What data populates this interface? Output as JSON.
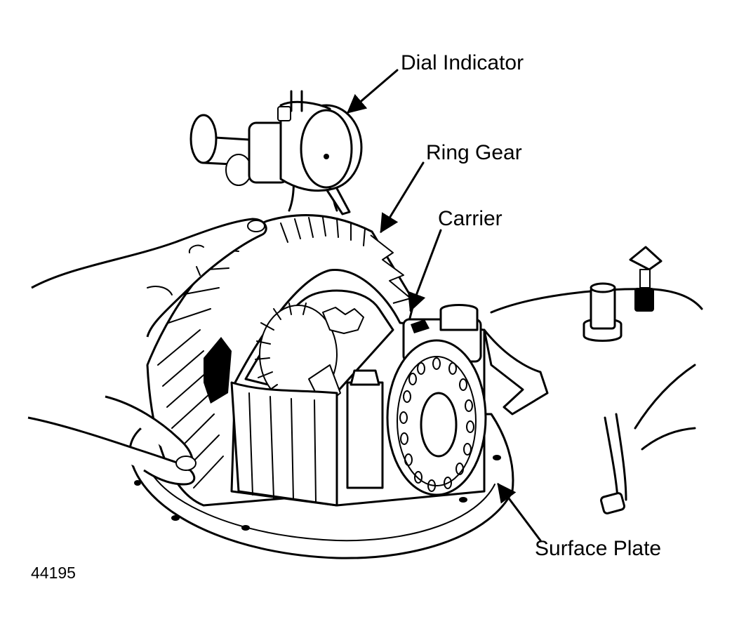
{
  "figure_number": "44195",
  "labels": {
    "dial_indicator": "Dial Indicator",
    "ring_gear": "Ring Gear",
    "carrier": "Carrier",
    "surface_plate": "Surface Plate"
  },
  "colors": {
    "ink": "#000000",
    "paper": "#ffffff"
  }
}
